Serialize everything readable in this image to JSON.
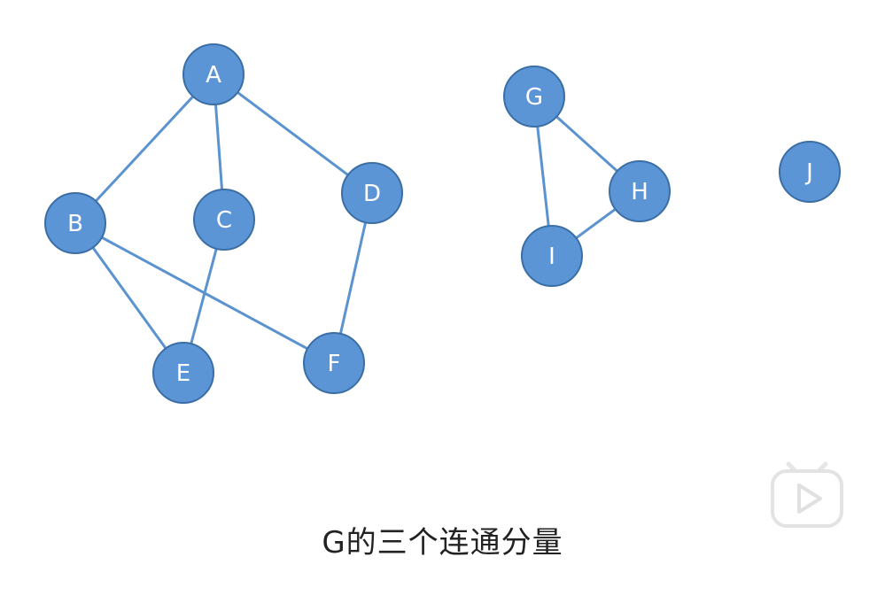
{
  "graph": {
    "nodes": [
      {
        "id": "A",
        "label": "A"
      },
      {
        "id": "B",
        "label": "B"
      },
      {
        "id": "C",
        "label": "C"
      },
      {
        "id": "D",
        "label": "D"
      },
      {
        "id": "E",
        "label": "E"
      },
      {
        "id": "F",
        "label": "F"
      },
      {
        "id": "G",
        "label": "G"
      },
      {
        "id": "H",
        "label": "H"
      },
      {
        "id": "I",
        "label": "I"
      },
      {
        "id": "J",
        "label": "J"
      }
    ],
    "edges": [
      [
        "A",
        "B"
      ],
      [
        "A",
        "C"
      ],
      [
        "A",
        "D"
      ],
      [
        "B",
        "E"
      ],
      [
        "B",
        "F"
      ],
      [
        "C",
        "E"
      ],
      [
        "D",
        "F"
      ],
      [
        "G",
        "H"
      ],
      [
        "G",
        "I"
      ],
      [
        "H",
        "I"
      ]
    ],
    "colors": {
      "node_fill": "#5b95d6",
      "node_stroke": "#3a6ea5",
      "edge": "#5b93cf",
      "label": "#ffffff"
    }
  },
  "caption": "G的三个连通分量",
  "video_badge": {
    "icon": "bilibili-play-icon"
  }
}
